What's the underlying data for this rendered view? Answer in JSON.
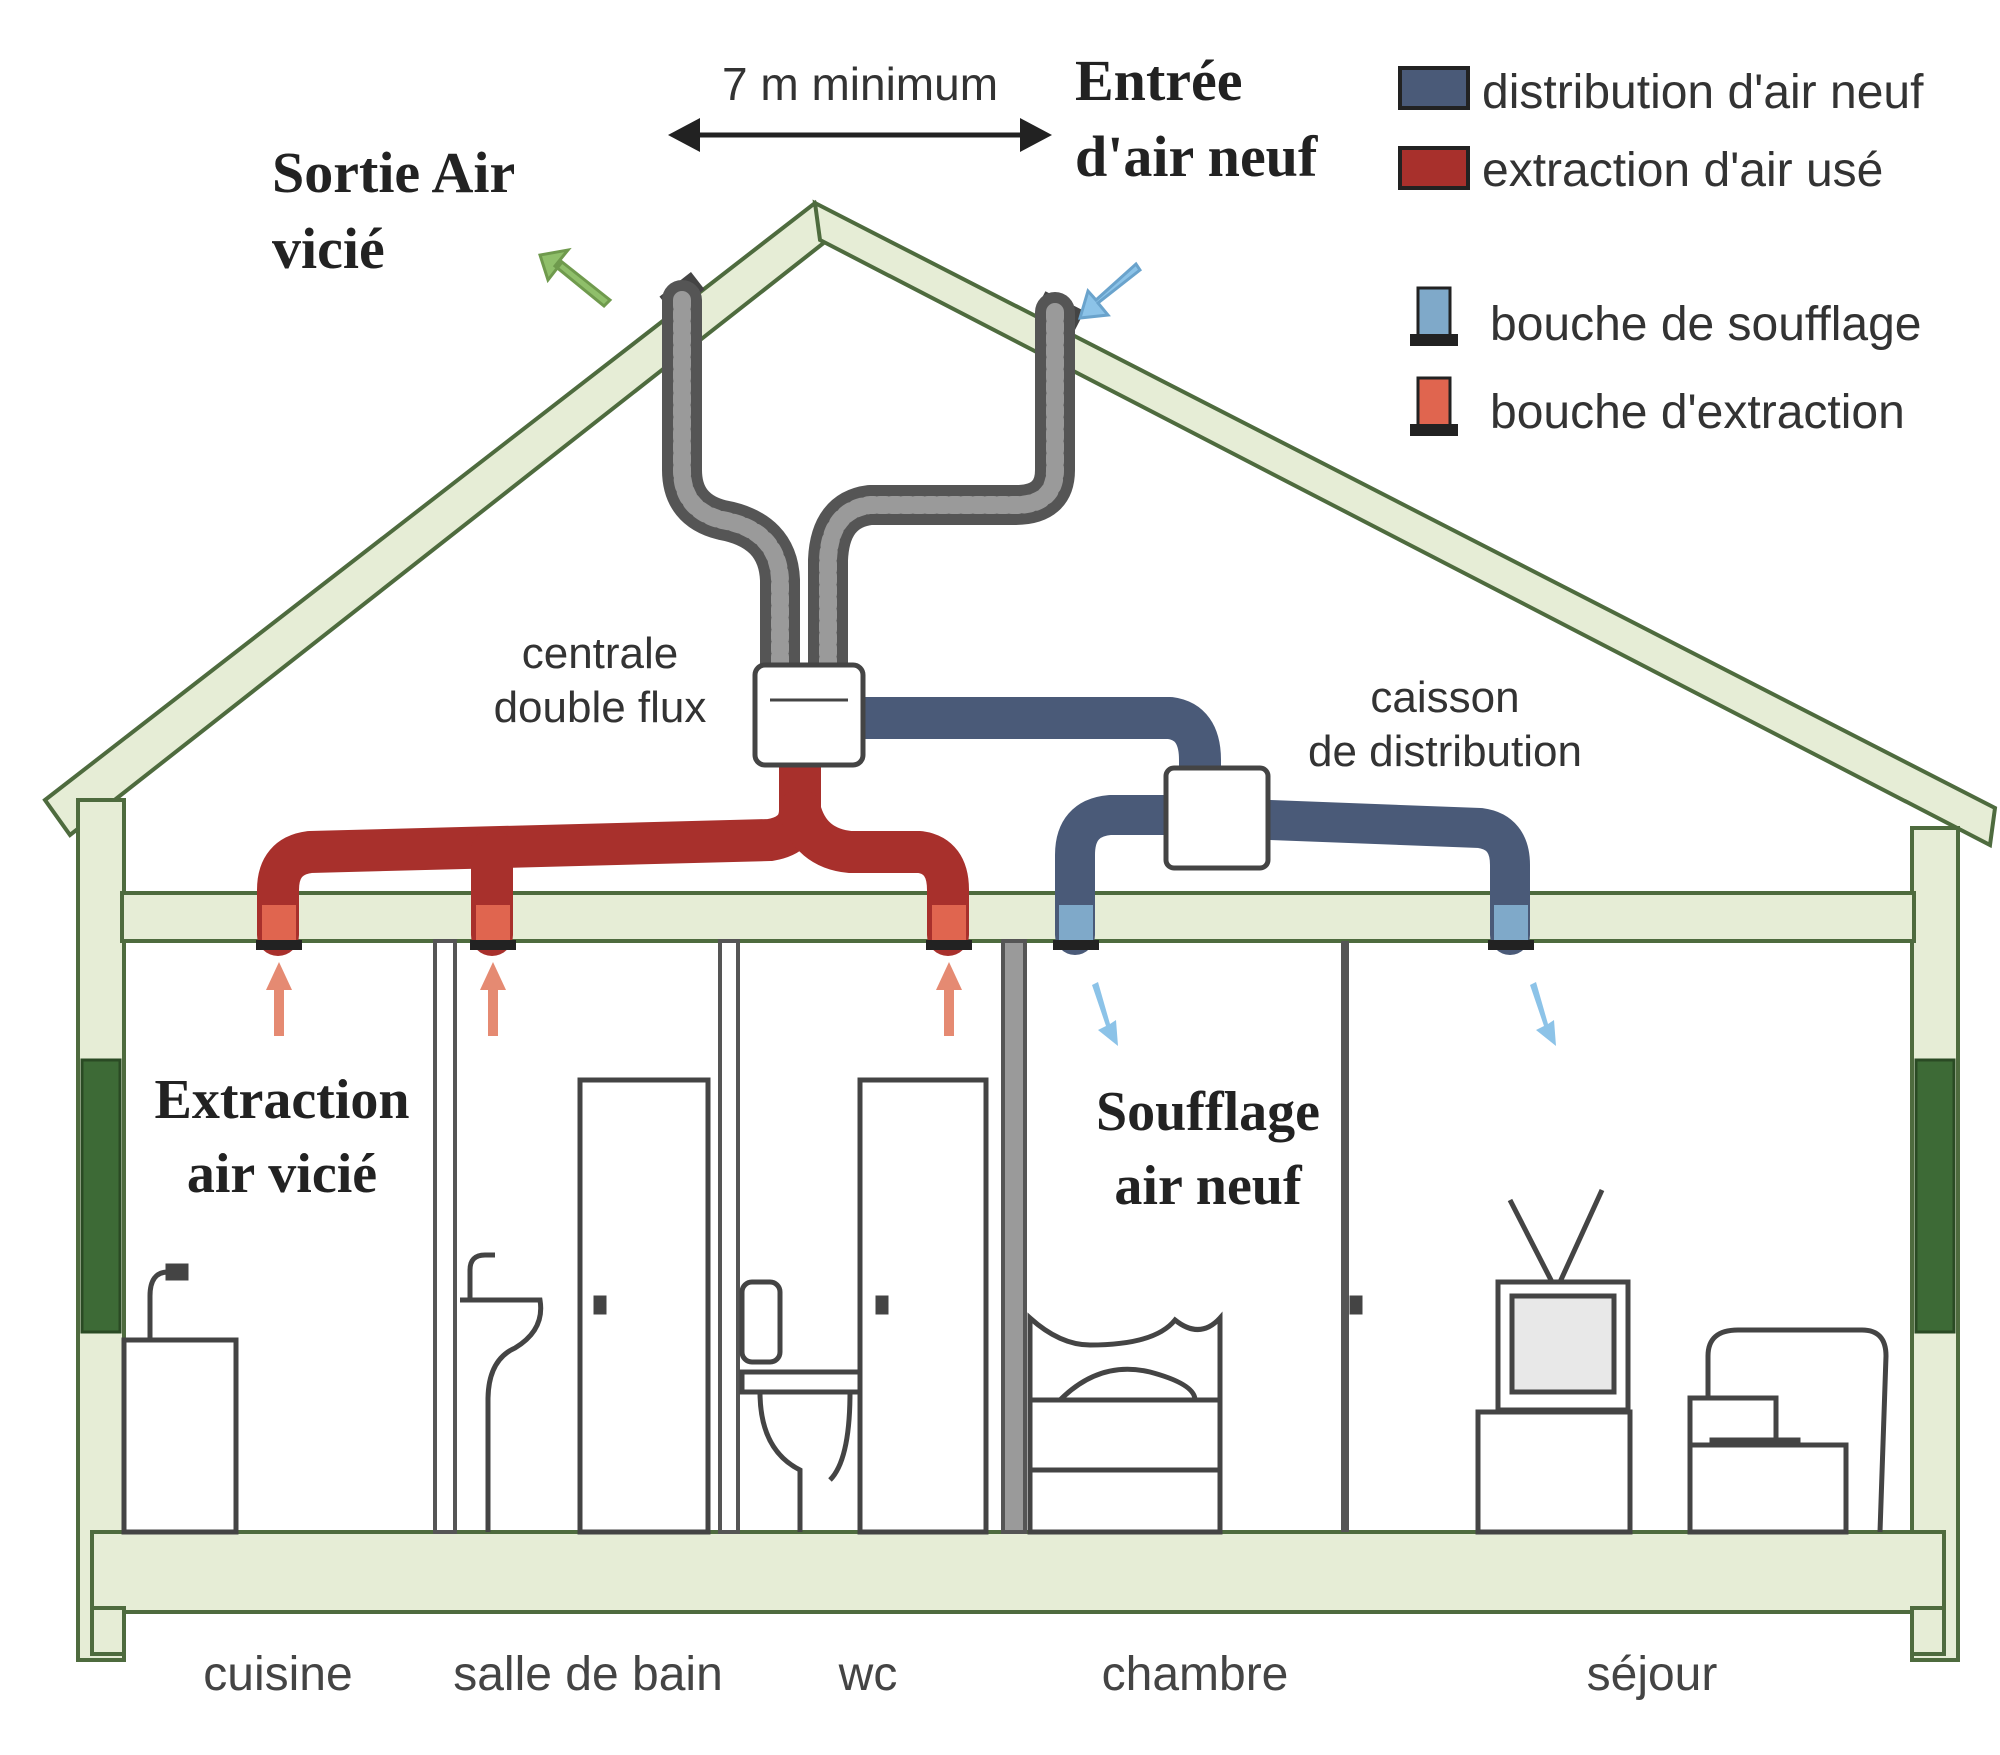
{
  "diagram": {
    "distance_label": "7 m minimum",
    "intake_label": [
      "Entrée",
      "d'air neuf"
    ],
    "exhaust_label": [
      "Sortie Air",
      "vicié"
    ],
    "unit_label": [
      "centrale",
      "double flux"
    ],
    "distribution_box_label": [
      "caisson",
      "de distribution"
    ],
    "extraction_label": [
      "Extraction",
      "air vicié"
    ],
    "supply_label": [
      "Soufflage",
      "air neuf"
    ]
  },
  "legend": {
    "items": [
      {
        "label": "distribution d'air neuf",
        "color": "#4a5a78"
      },
      {
        "label": "extraction d'air usé",
        "color": "#a8302c"
      },
      {
        "label": "bouche de soufflage",
        "color": "#7fa9c9"
      },
      {
        "label": "bouche d'extraction",
        "color": "#e0654f"
      }
    ]
  },
  "rooms": [
    "cuisine",
    "salle de bain",
    "wc",
    "chambre",
    "séjour"
  ],
  "colors": {
    "wall": "#e6edd6",
    "wall_stroke": "#4e6b3e",
    "fresh_duct": "#4a5a78",
    "extract_duct": "#a8302c",
    "intake_duct": "#555555",
    "exhaust_arrow": "#8fbf6a",
    "intake_arrow": "#8cc3e8",
    "extract_arrow": "#e58a72",
    "window": "#3d6a36"
  }
}
